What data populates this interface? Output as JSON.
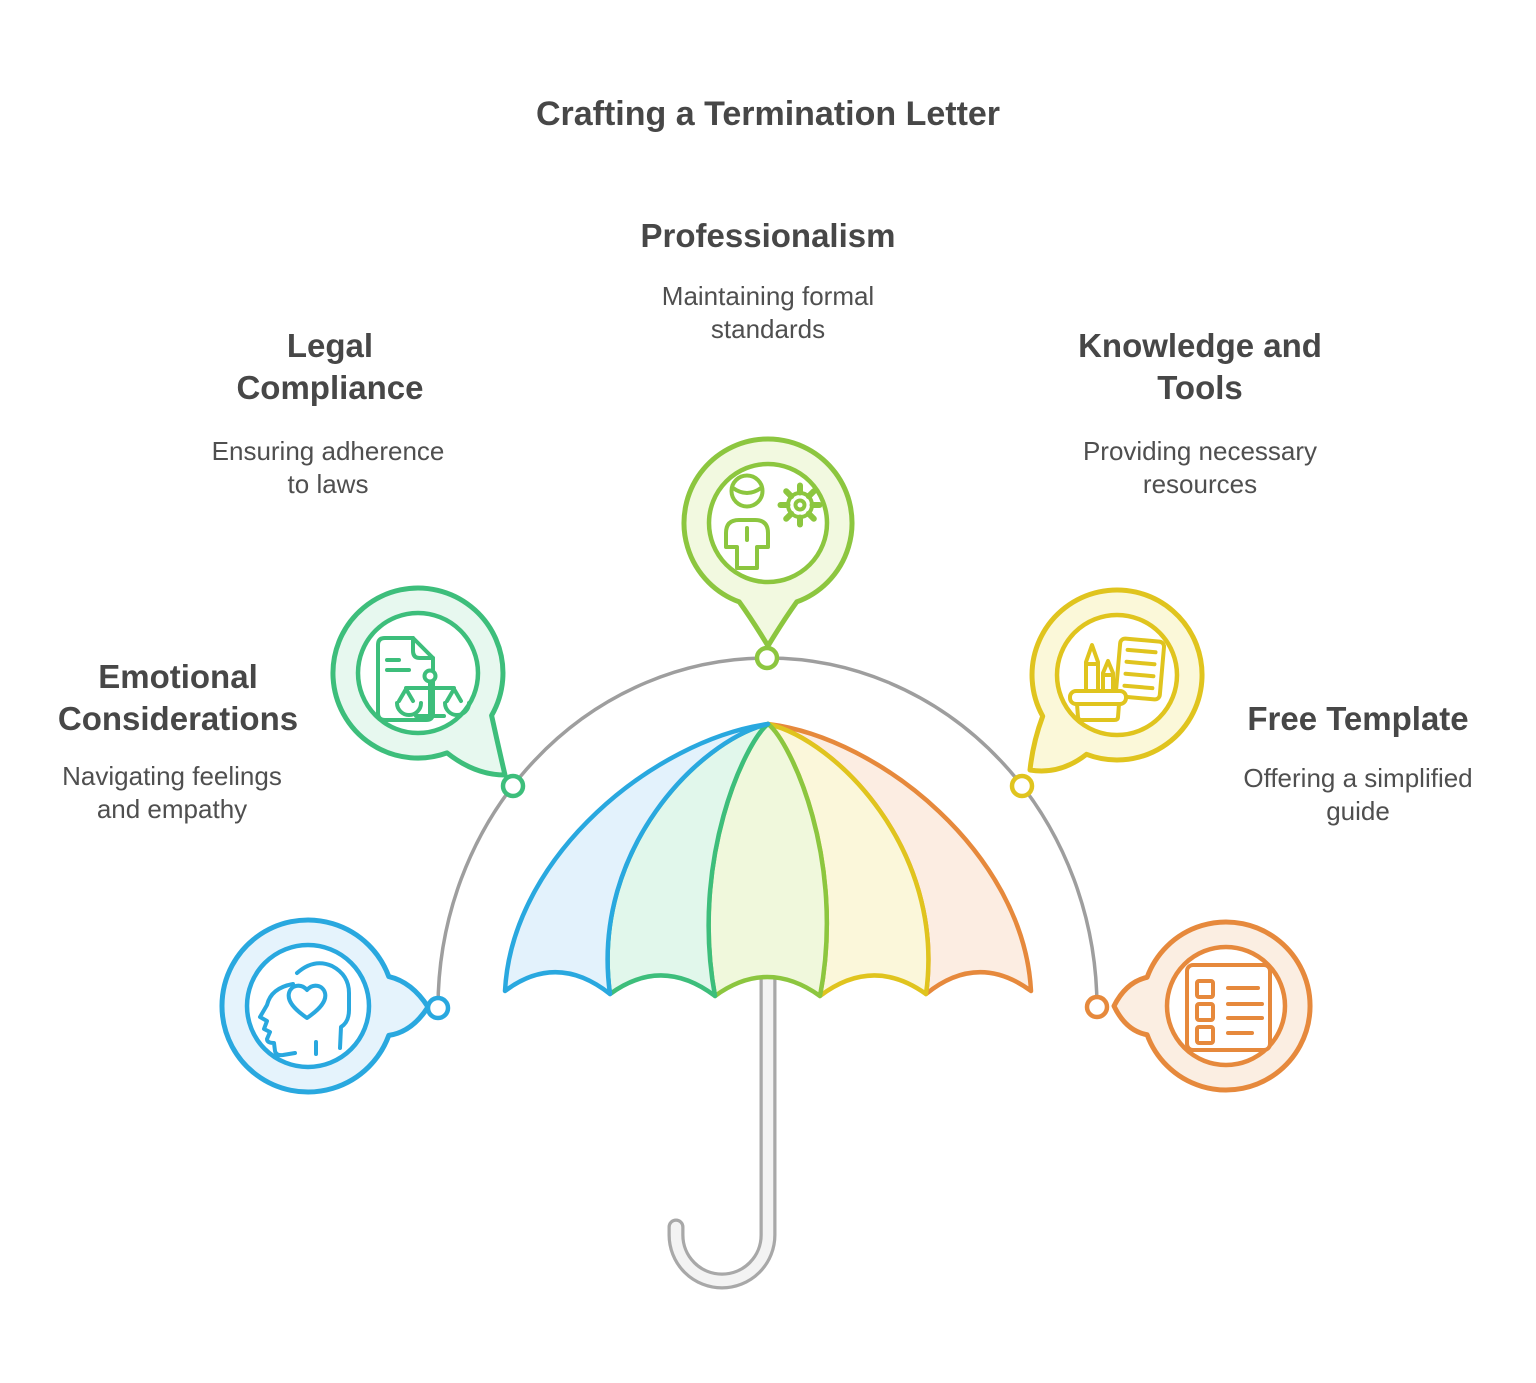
{
  "title": "Crafting a Termination Letter",
  "sections": [
    {
      "id": "professionalism",
      "heading": "Professionalism",
      "description": "Maintaining formal standards",
      "accent": "#8CC63F",
      "icon": "person-gear-icon"
    },
    {
      "id": "legal-compliance",
      "heading": "Legal Compliance",
      "description": "Ensuring adherence to laws",
      "accent": "#3DBE7B",
      "icon": "document-scales-icon"
    },
    {
      "id": "knowledge-and-tools",
      "heading": "Knowledge and Tools",
      "description": "Providing necessary resources",
      "accent": "#E0C41E",
      "icon": "tools-document-icon"
    },
    {
      "id": "emotional-considerations",
      "heading": "Emotional Considerations",
      "description": "Navigating feelings and empathy",
      "accent": "#29A8DF",
      "icon": "heads-heart-icon"
    },
    {
      "id": "free-template",
      "heading": "Free Template",
      "description": "Offering a simplified guide",
      "accent": "#E6893C",
      "icon": "checklist-icon"
    }
  ],
  "colors": {
    "heading_text": "#474747",
    "body_text": "#4F4F4F",
    "connector_arc": "#9E9E9E",
    "umbrella_pole": "#A8A8A8",
    "blue": "#29A8DF",
    "green": "#3DBE7B",
    "lime": "#8CC63F",
    "yellow": "#E0C41E",
    "orange": "#E6893C",
    "blue_fill": "#E3F2FC",
    "green_fill": "#E1F7EB",
    "lime_fill": "#F0F8DC",
    "yellow_fill": "#FBF7DA",
    "orange_fill": "#FCEDE2"
  },
  "illustration": "rainbow-umbrella"
}
